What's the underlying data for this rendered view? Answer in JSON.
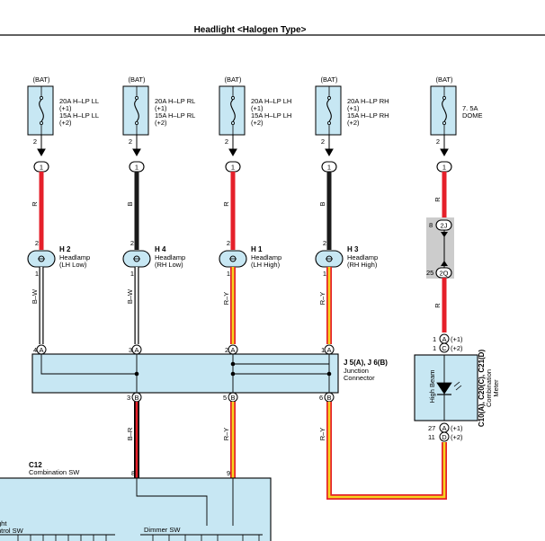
{
  "title": "Headlight <Halogen Type>",
  "fuses": [
    {
      "source": "(BAT)",
      "lines": [
        "20A H–LP LL",
        "(+1)",
        "15A H–LP LL",
        "(+2)"
      ],
      "pin": "2",
      "conn_pin": "1"
    },
    {
      "source": "(BAT)",
      "lines": [
        "20A H–LP RL",
        "(+1)",
        "15A H–LP RL",
        "(+2)"
      ],
      "pin": "2",
      "conn_pin": "1"
    },
    {
      "source": "(BAT)",
      "lines": [
        "20A H–LP LH",
        "(+1)",
        "15A H–LP LH",
        "(+2)"
      ],
      "pin": "2",
      "conn_pin": "1"
    },
    {
      "source": "(BAT)",
      "lines": [
        "20A H–LP RH",
        "(+1)",
        "15A H–LP RH",
        "(+2)"
      ],
      "pin": "2",
      "conn_pin": "1"
    },
    {
      "source": "(BAT)",
      "lines": [
        "7. 5A",
        "DOME"
      ],
      "pin": "2",
      "conn_pin": "1"
    }
  ],
  "wires_top": [
    "R",
    "B",
    "R",
    "B",
    "R"
  ],
  "headlamps": [
    {
      "code": "H 2",
      "name": [
        "Headlamp",
        "(LH Low)"
      ],
      "pin_top": "2",
      "pin_bottom": "1"
    },
    {
      "code": "H 4",
      "name": [
        "Headlamp",
        "(RH Low)"
      ],
      "pin_top": "2",
      "pin_bottom": "1"
    },
    {
      "code": "H 1",
      "name": [
        "Headlamp",
        "(LH High)"
      ],
      "pin_top": "2",
      "pin_bottom": "1"
    },
    {
      "code": "H 3",
      "name": [
        "Headlamp",
        "(RH High)"
      ],
      "pin_top": "2",
      "pin_bottom": "1"
    }
  ],
  "wires_mid": [
    "B–W",
    "B–W",
    "R–Y",
    "R–Y"
  ],
  "junction": {
    "code": "J 5(A), J 6(B)",
    "name": [
      "Junction",
      "Connector"
    ],
    "top_pins": [
      {
        "num": "4",
        "letter": "A"
      },
      {
        "num": "3",
        "letter": "A"
      },
      {
        "num": "2",
        "letter": "A"
      },
      {
        "num": "1",
        "letter": "A"
      }
    ],
    "bottom_pins": [
      {
        "num": "3",
        "letter": "B"
      },
      {
        "num": "5",
        "letter": "B"
      },
      {
        "num": "6",
        "letter": "B"
      }
    ]
  },
  "wires_low": [
    "B–R",
    "R–Y",
    "R–Y"
  ],
  "dome_branch": {
    "pins": [
      {
        "num": "8",
        "code": "2J"
      },
      {
        "num": "25",
        "code": "2Q"
      }
    ],
    "wire": "R"
  },
  "meter": {
    "code": "C10(A), C20(C), C21(D)",
    "name": [
      "Combination",
      "Meter"
    ],
    "inner_label": "High Beam",
    "top_pins": [
      {
        "num": "1",
        "letter": "A",
        "note": "(+1)"
      },
      {
        "num": "1",
        "letter": "C",
        "note": "(+2)"
      }
    ],
    "bottom_pins": [
      {
        "num": "27",
        "letter": "A",
        "note": "(+1)"
      },
      {
        "num": "11",
        "letter": "D",
        "note": "(+2)"
      }
    ]
  },
  "switch": {
    "code": "C12",
    "name": "Combination SW",
    "pins": [
      "8",
      "9"
    ],
    "left_label": [
      "ght",
      "ntrol SW"
    ],
    "dimmer_label": "Dimmer SW"
  },
  "colors": {
    "red": "#e5202a",
    "black": "#1a1a1a",
    "yellow": "#f5d51f",
    "panel": "#c7e7f3",
    "gray": "#cccccc"
  }
}
